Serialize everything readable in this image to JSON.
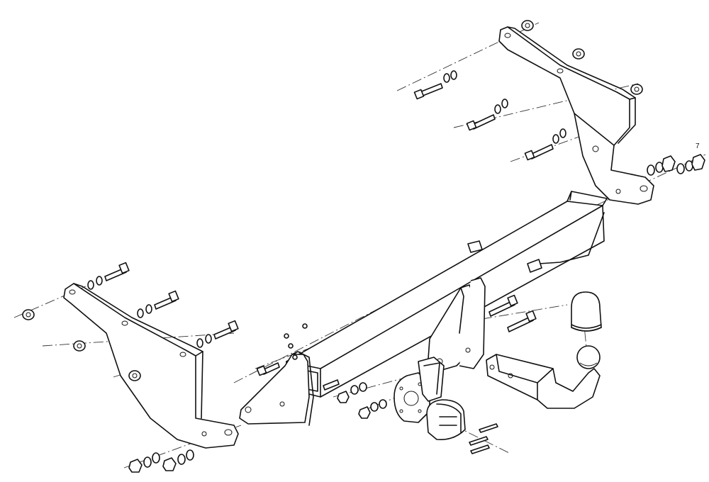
{
  "diagram": {
    "type": "exploded-assembly",
    "parts": [
      "crossbar-tube",
      "left-side-bracket",
      "right-side-bracket",
      "center-mount-plate",
      "tow-ball-neck",
      "tow-ball",
      "ball-cover",
      "socket-bracket",
      "electrical-socket",
      "bolts",
      "washers",
      "nuts"
    ],
    "callout": "7"
  }
}
